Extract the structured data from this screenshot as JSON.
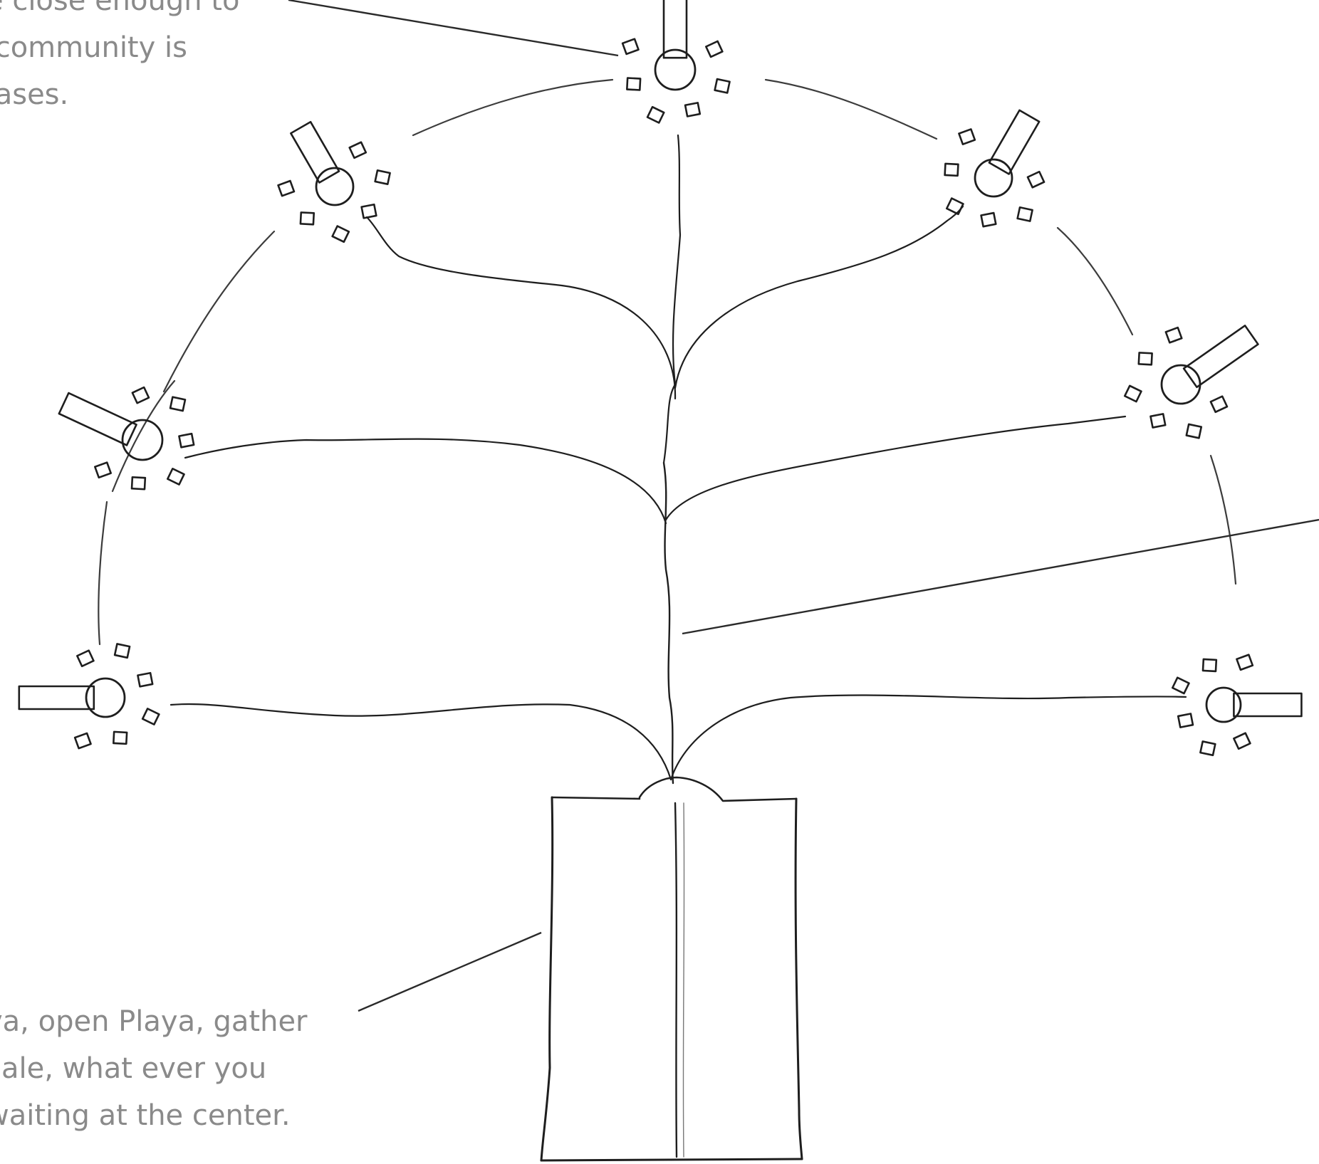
{
  "annotations": {
    "top": {
      "line1": "e close enough to",
      "line2": " community is",
      "line3": " ases."
    },
    "bottom": {
      "line1": "va, open Playa, gather",
      "line2": "cale, what ever you",
      "line3": "waiting at the center."
    }
  },
  "colors": {
    "ink": "#1e1e1e",
    "annotation_text": "#8a8a8a",
    "background": "#ffffff"
  }
}
